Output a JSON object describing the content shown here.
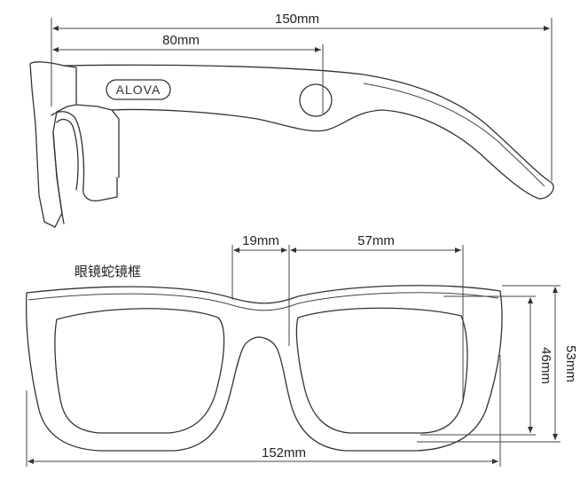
{
  "brand": "ALOVA",
  "part_label": "眼镜蛇镜框",
  "dimensions": {
    "overall_length": "150mm",
    "hinge_to_earpiece": "80mm",
    "bridge_width": "19mm",
    "lens_width": "57mm",
    "lens_height": "46mm",
    "frame_height": "53mm",
    "frame_width": "152mm"
  },
  "colors": {
    "line": "#333333",
    "text": "#222222",
    "background": "#ffffff"
  }
}
